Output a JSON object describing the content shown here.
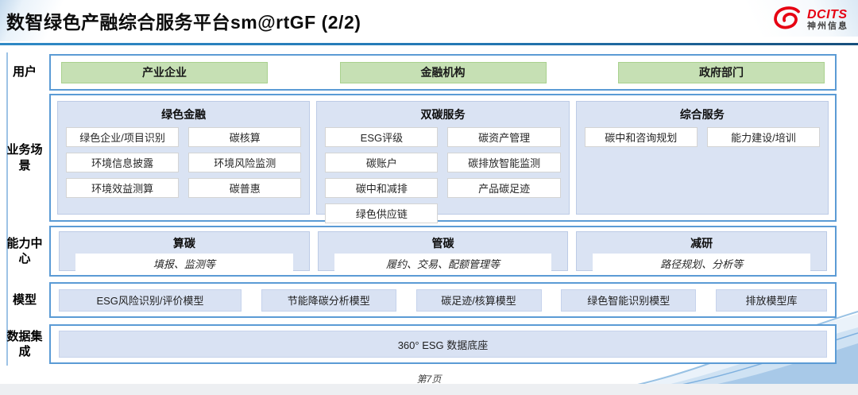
{
  "colors": {
    "accent_blue_border": "#5b9bd5",
    "panel_light_blue": "#dae3f3",
    "green_fill": "#c6e0b4",
    "green_border": "#a9d18e",
    "brand_red": "#e60012",
    "title_rule_blue": "#2478b4"
  },
  "header": {
    "title": "数智绿色产融综合服务平台sm@rtGF (2/2)",
    "logo_brand": "DCITS",
    "logo_subbrand": "神州信息",
    "logo_icon": "dcits-swoosh-icon"
  },
  "rows": {
    "users": {
      "label": "用户",
      "items": [
        "产业企业",
        "金融机构",
        "政府部门"
      ]
    },
    "scenarios": {
      "label": "业务场景",
      "columns": [
        {
          "title": "绿色金融",
          "items": [
            "绿色企业/项目识别",
            "碳核算",
            "环境信息披露",
            "环境风险监测",
            "环境效益测算",
            "碳普惠"
          ]
        },
        {
          "title": "双碳服务",
          "items": [
            "ESG评级",
            "碳资产管理",
            "碳账户",
            "碳排放智能监测",
            "碳中和减排",
            "产品碳足迹",
            "绿色供应链"
          ]
        },
        {
          "title": "综合服务",
          "items": [
            "碳中和咨询规划",
            "能力建设/培训"
          ]
        }
      ]
    },
    "capabilities": {
      "label": "能力中心",
      "cards": [
        {
          "title": "算碳",
          "desc": "填报、监测等"
        },
        {
          "title": "管碳",
          "desc": "履约、交易、配额管理等"
        },
        {
          "title": "减研",
          "desc": "路径规划、分析等"
        }
      ]
    },
    "models": {
      "label": "模型",
      "items": [
        "ESG风险识别/评价模型",
        "节能降碳分析模型",
        "碳足迹/核算模型",
        "绿色智能识别模型",
        "排放模型库"
      ]
    },
    "data_integration": {
      "label": "数据集成",
      "items": [
        "360° ESG 数据底座"
      ]
    }
  },
  "footer": {
    "page_number": "第7页"
  }
}
